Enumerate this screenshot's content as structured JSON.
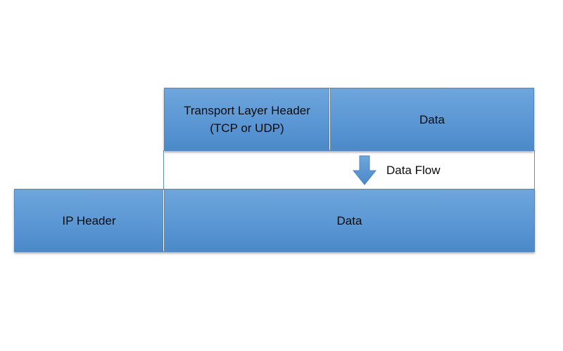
{
  "transport_segment": {
    "header_label": "Transport Layer Header\n(TCP or UDP)",
    "data_label": "Data"
  },
  "flow": {
    "label": "Data Flow",
    "arrow_icon": "down-arrow-icon"
  },
  "ip_packet": {
    "header_label": "IP Header",
    "data_label": "Data"
  },
  "colors": {
    "block_fill": "#5b9bd5",
    "block_border": "#4f87c2",
    "arrow_fill": "#5b9bd5"
  }
}
